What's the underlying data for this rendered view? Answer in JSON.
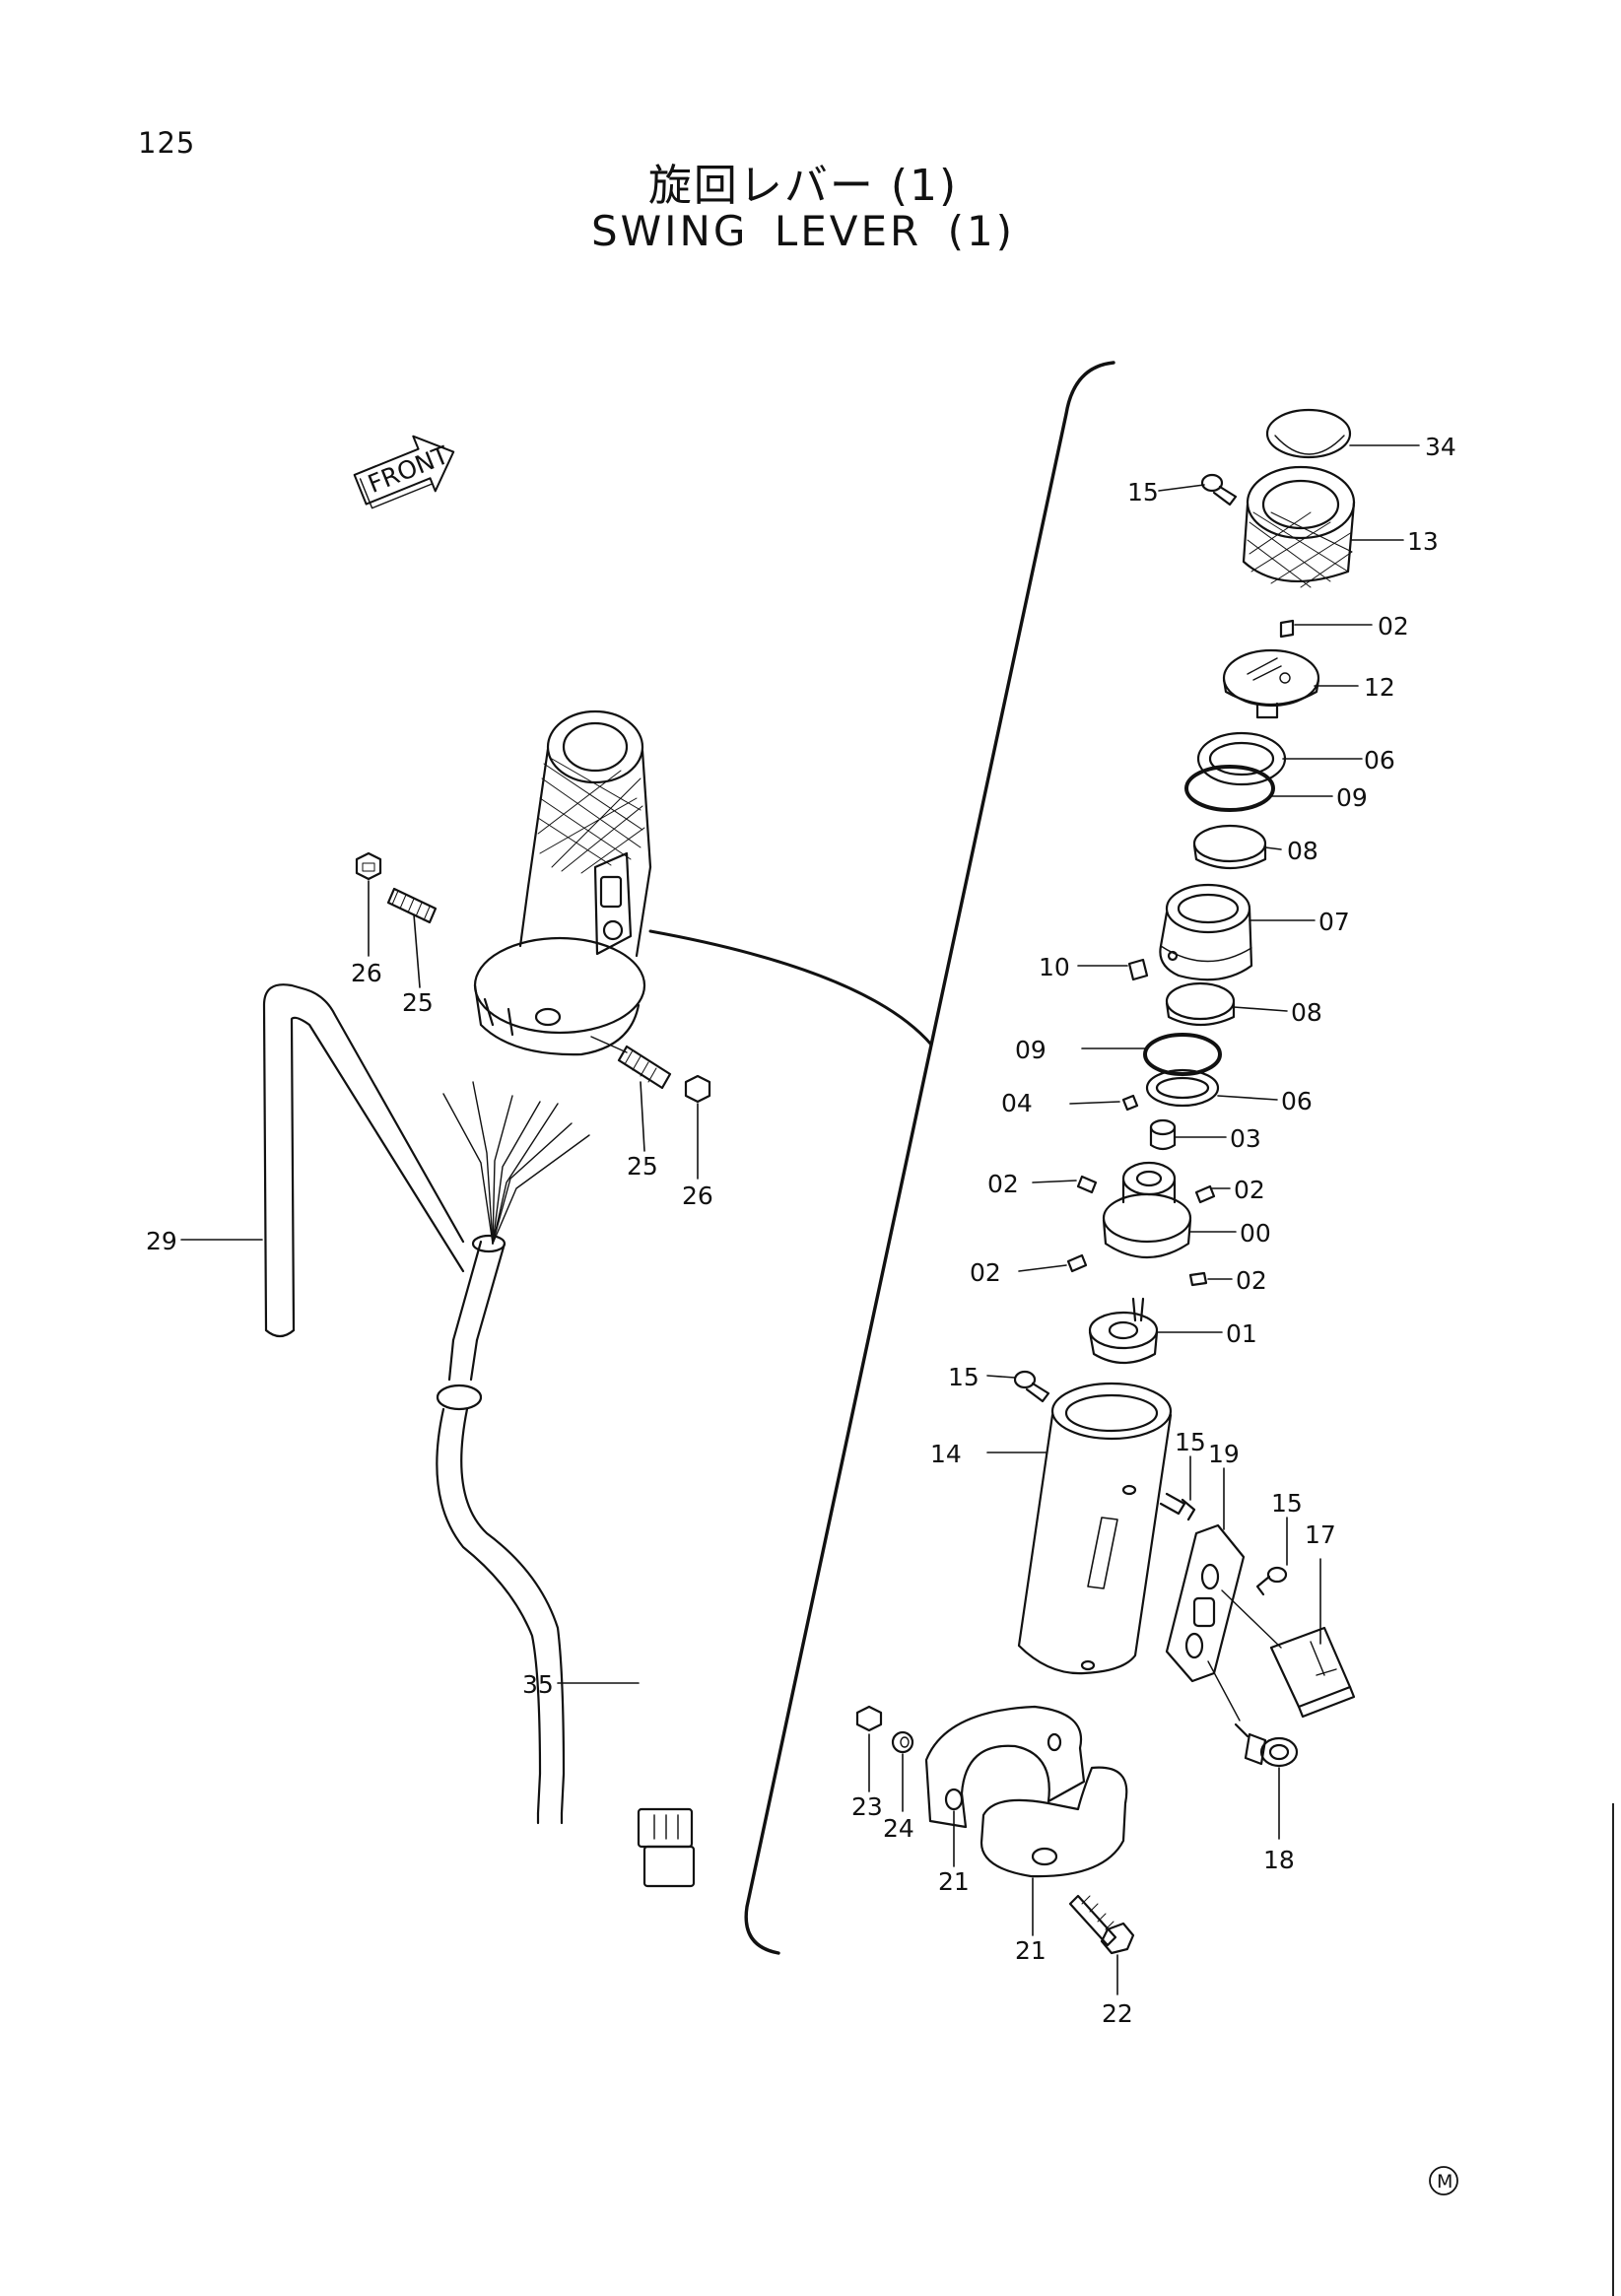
{
  "page": {
    "number": "125",
    "title_jp": "旋回レバー (1)",
    "title_en": "SWING  LEVER (1)",
    "mark": "M"
  },
  "front_arrow": {
    "label": "FRONT"
  },
  "part_labels": [
    "34",
    "15",
    "13",
    "02",
    "12",
    "06",
    "09",
    "08",
    "07",
    "10",
    "08",
    "09",
    "06",
    "04",
    "03",
    "02",
    "02",
    "00",
    "02",
    "02",
    "01",
    "15",
    "14",
    "15",
    "19",
    "15",
    "17",
    "18",
    "23",
    "24",
    "21",
    "21",
    "22",
    "26",
    "25",
    "25",
    "26",
    "29",
    "35"
  ],
  "colors": {
    "ink": "#111111",
    "paper": "#ffffff"
  }
}
